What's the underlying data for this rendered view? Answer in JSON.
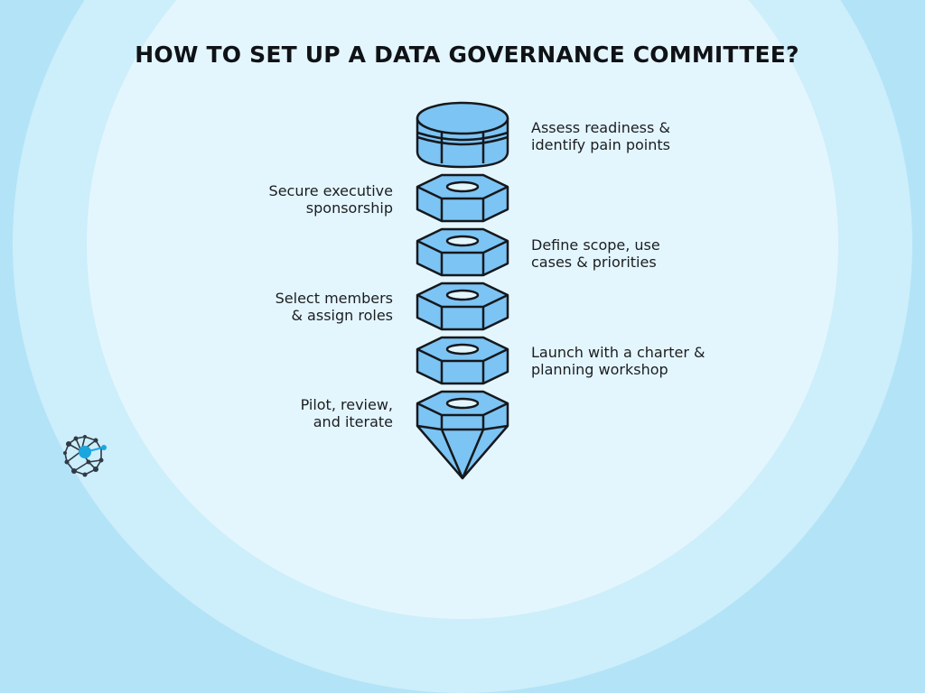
{
  "title": "HOW TO SET UP A DATA GOVERNANCE COMMITTEE?",
  "steps": [
    {
      "side": "right",
      "lines": [
        "Assess readiness &",
        "identify pain points"
      ]
    },
    {
      "side": "left",
      "lines": [
        "Secure executive",
        "sponsorship"
      ]
    },
    {
      "side": "right",
      "lines": [
        "Define scope, use",
        "cases & priorities"
      ]
    },
    {
      "side": "left",
      "lines": [
        "Select members",
        "& assign roles"
      ]
    },
    {
      "side": "right",
      "lines": [
        "Launch with a charter &",
        "planning workshop"
      ]
    },
    {
      "side": "left",
      "lines": [
        "Pilot, review,",
        "and iterate"
      ]
    }
  ],
  "colors": {
    "background": "#b3e3f7",
    "nut_fill": "#7cc4f4",
    "outline": "#15181c",
    "title": "#0f1216"
  },
  "icons": {
    "stack_top": "bolt-head-icon",
    "nut": "hex-nut-icon",
    "tip": "bolt-tip-icon",
    "logo": "network-logo-icon"
  }
}
